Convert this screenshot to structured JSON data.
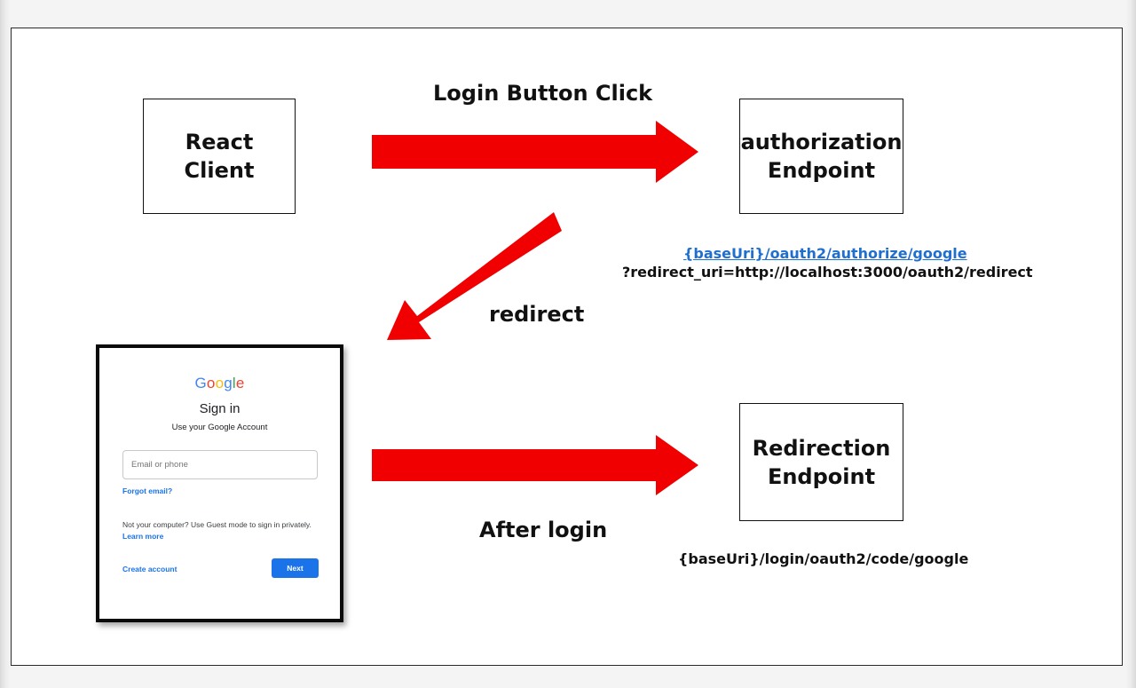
{
  "nodes": {
    "react_client": "React\nClient",
    "authorization_endpoint": "authorization\nEndpoint",
    "redirection_endpoint": "Redirection\nEndpoint"
  },
  "edges": {
    "login_button_click": "Login Button Click",
    "redirect": "redirect",
    "after_login": "After login"
  },
  "annotations": {
    "authorize_uri": "{baseUri}/oauth2/authorize/google",
    "redirect_uri_param": "?redirect_uri=http://localhost:3000/oauth2/redirect",
    "callback_uri": "{baseUri}/login/oauth2/code/google"
  },
  "google_signin": {
    "logo_letters": [
      "G",
      "o",
      "o",
      "g",
      "l",
      "e"
    ],
    "title": "Sign in",
    "subtitle": "Use your Google Account",
    "email_placeholder": "Email or phone",
    "forgot_email": "Forgot email?",
    "guest_note": "Not your computer? Use Guest mode to sign in privately.",
    "learn_more": "Learn more",
    "create_account": "Create account",
    "next": "Next"
  },
  "colors": {
    "arrow": "#f00000",
    "link": "#1f6fd1",
    "google_blue": "#4285f4",
    "google_red": "#ea4335",
    "google_yellow": "#fbbc05",
    "google_green": "#34a853",
    "button_blue": "#1a73e8"
  }
}
